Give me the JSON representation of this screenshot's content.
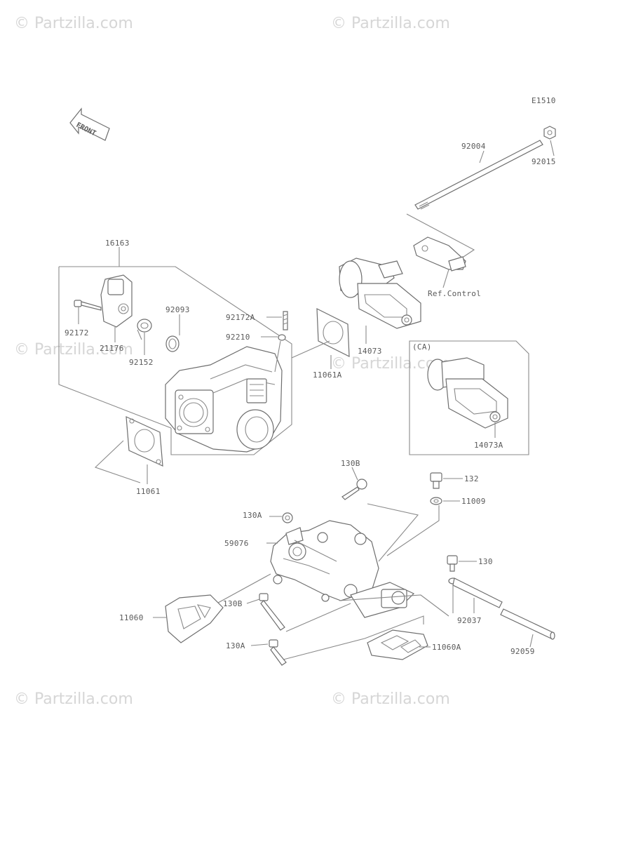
{
  "diagram_code": "E1510",
  "front_label": "FRONT",
  "watermark": "© Partzilla.com",
  "labels": {
    "p92004": "92004",
    "p92015": "92015",
    "p16163": "16163",
    "ref_control": "Ref.Control",
    "p92093": "92093",
    "p92172A": "92172A",
    "p92210": "92210",
    "p92172": "92172",
    "p21176": "21176",
    "p92152": "92152",
    "p14073": "14073",
    "p11061A": "11061A",
    "ca": "(CA)",
    "p14073A": "14073A",
    "p11061": "11061",
    "p130B_top": "130B",
    "p132": "132",
    "p11009": "11009",
    "p130A_top": "130A",
    "p59076": "59076",
    "p130": "130",
    "p130B_low": "130B",
    "p11060": "11060",
    "p92037": "92037",
    "p130A_low": "130A",
    "p11060A": "11060A",
    "p92059": "92059"
  }
}
